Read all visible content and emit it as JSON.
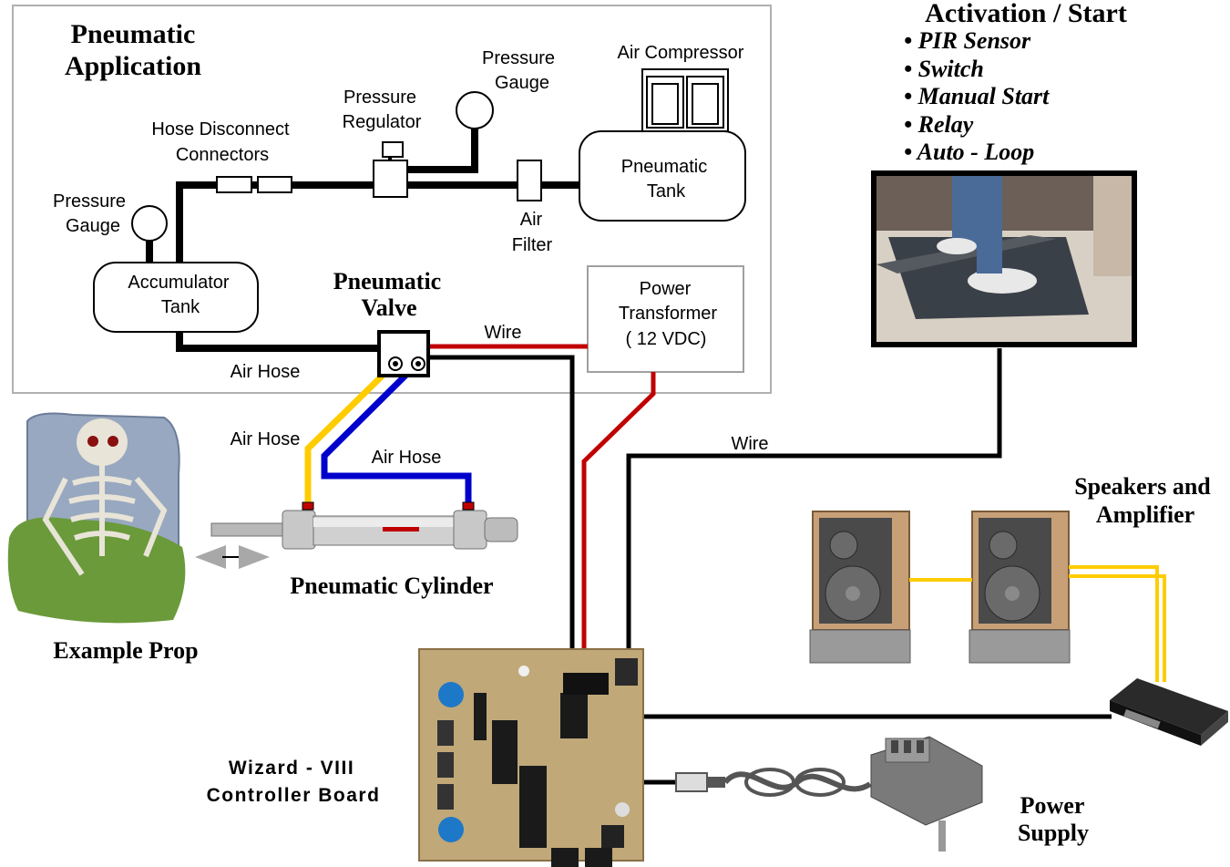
{
  "pneumatic_application": {
    "title_line1": "Pneumatic",
    "title_line2": "Application",
    "pressure_gauge_top_line1": "Pressure",
    "pressure_gauge_top_line2": "Gauge",
    "air_compressor": "Air Compressor",
    "pressure_regulator_line1": "Pressure",
    "pressure_regulator_line2": "Regulator",
    "hose_disconnect_line1": "Hose Disconnect",
    "hose_disconnect_line2": "Connectors",
    "pneumatic_tank_line1": "Pneumatic",
    "pneumatic_tank_line2": "Tank",
    "pressure_gauge_left_line1": "Pressure",
    "pressure_gauge_left_line2": "Gauge",
    "air_filter_line1": "Air",
    "air_filter_line2": "Filter",
    "accumulator_line1": "Accumulator",
    "accumulator_line2": "Tank",
    "valve_line1": "Pneumatic",
    "valve_line2": "Valve",
    "power_transformer_line1": "Power",
    "power_transformer_line2": "Transformer",
    "power_transformer_line3": "( 12 VDC)",
    "wire_label": "Wire",
    "air_hose_label": "Air Hose"
  },
  "activation": {
    "title": "Activation / Start",
    "items": [
      "• PIR Sensor",
      "• Switch",
      "• Manual Start",
      "• Relay",
      "• Auto - Loop"
    ]
  },
  "lower": {
    "air_hose_yellow": "Air Hose",
    "air_hose_blue": "Air Hose",
    "wire_label": "Wire",
    "cylinder_label": "Pneumatic Cylinder",
    "example_prop": "Example Prop",
    "speakers_line1": "Speakers and",
    "speakers_line2": "Amplifier",
    "controller_line1": "Wizard - VIII",
    "controller_line2": "Controller Board",
    "power_supply_line1": "Power",
    "power_supply_line2": "Supply"
  },
  "colors": {
    "red_wire": "#c00000",
    "yellow_hose": "#ffcc00",
    "blue_hose": "#0000cc",
    "black_line": "#000000",
    "panel_border": "#b0b0b0"
  }
}
